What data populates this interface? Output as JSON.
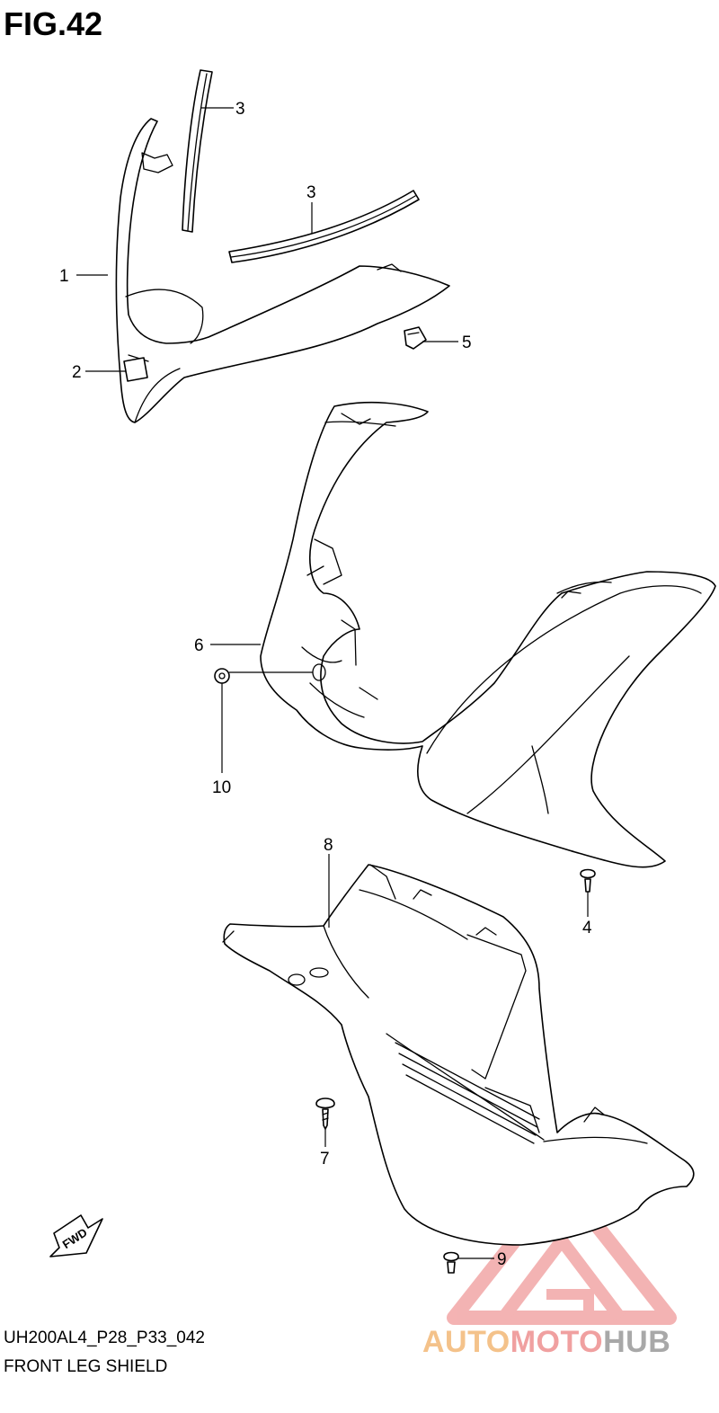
{
  "figure": {
    "title": "FIG.42",
    "model_code": "UH200AL4_P28_P33_042",
    "section_name": "FRONT LEG SHIELD"
  },
  "callouts": [
    {
      "id": "1",
      "label": "1"
    },
    {
      "id": "2",
      "label": "2"
    },
    {
      "id": "3a",
      "label": "3"
    },
    {
      "id": "3b",
      "label": "3"
    },
    {
      "id": "4",
      "label": "4"
    },
    {
      "id": "5",
      "label": "5"
    },
    {
      "id": "6",
      "label": "6"
    },
    {
      "id": "7",
      "label": "7"
    },
    {
      "id": "8",
      "label": "8"
    },
    {
      "id": "9",
      "label": "9"
    },
    {
      "id": "10",
      "label": "10"
    }
  ],
  "fwd_arrow": {
    "label": "FWD"
  },
  "watermark": {
    "part1": "AUTO",
    "part2": "MOTO",
    "part3": "HUB",
    "color_auto": "#f4c28a",
    "color_moto": "#f0a0a0",
    "color_hub": "#a8a8a8"
  }
}
